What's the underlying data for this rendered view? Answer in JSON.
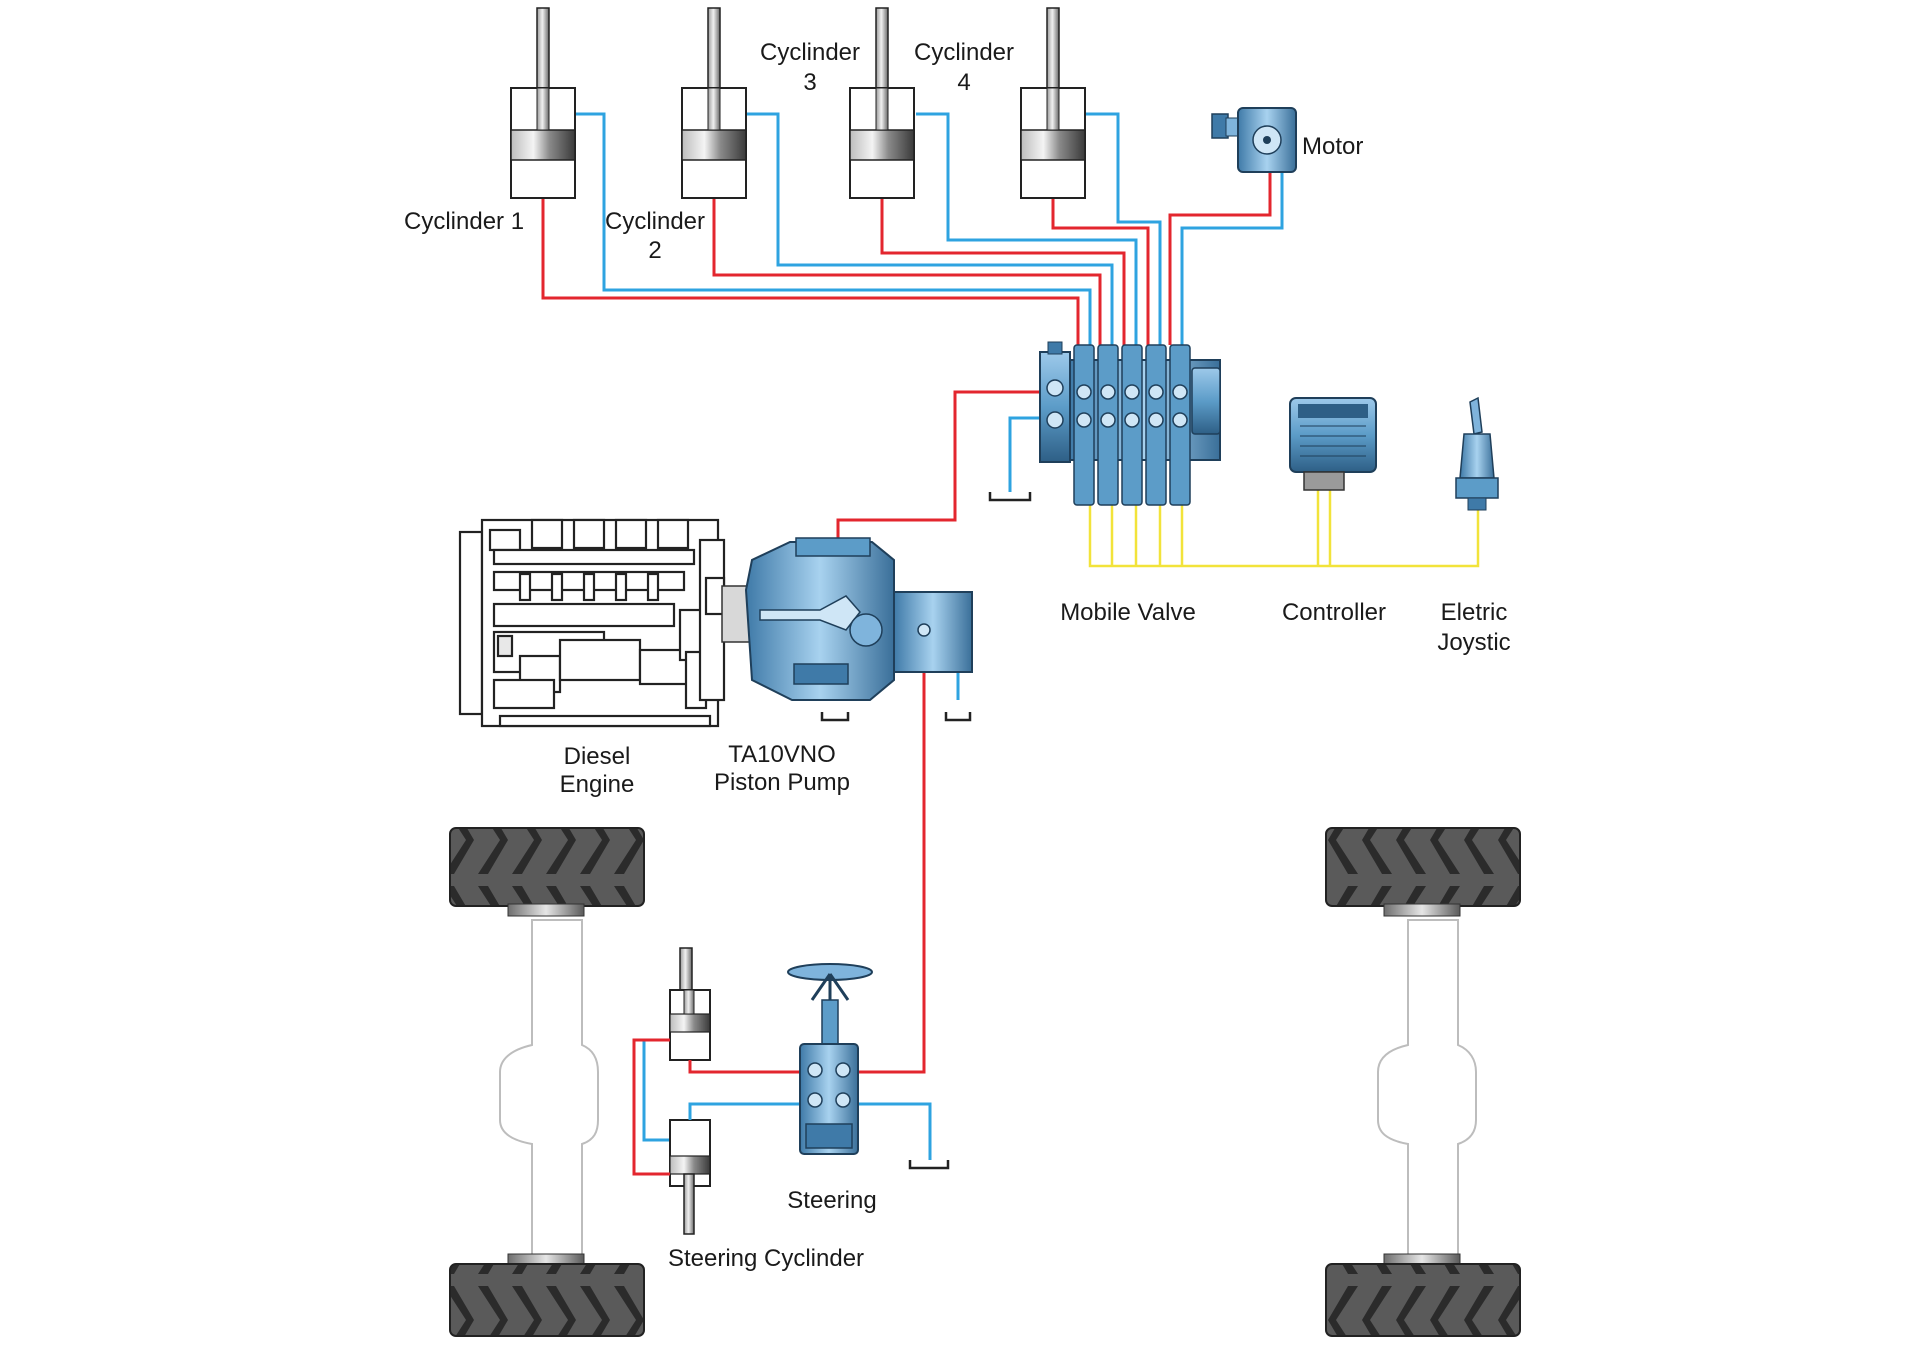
{
  "labels": {
    "cyl1": "Cyclinder 1",
    "cyl2_a": "Cyclinder",
    "cyl2_b": "2",
    "cyl3_a": "Cyclinder",
    "cyl3_b": "3",
    "cyl4_a": "Cyclinder",
    "cyl4_b": "4",
    "motor": "Motor",
    "mobile_valve": "Mobile Valve",
    "controller": "Controller",
    "joystick_a": "Eletric",
    "joystick_b": "Joystic",
    "engine_a": "Diesel",
    "engine_b": "Engine",
    "pump_a": "TA10VNO",
    "pump_b": "Piston Pump",
    "steering": "Steering",
    "steering_cyl": "Steering Cyclinder"
  },
  "colors": {
    "pressure_line": "#e3262e",
    "return_line": "#2ea3e0",
    "signal_line": "#f2e33a",
    "component_blue": "#5c9cc8",
    "component_dark": "#2e5f86",
    "outline": "#222222",
    "tire": "#4a4a4a"
  }
}
